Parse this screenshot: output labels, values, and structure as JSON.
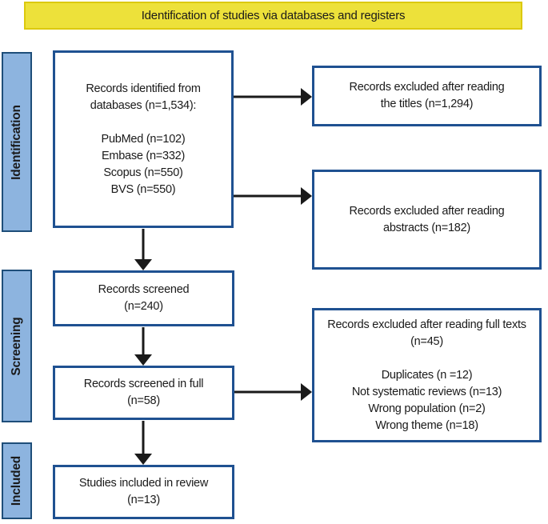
{
  "banner": {
    "title": "Identification of studies via databases and registers"
  },
  "stages": [
    {
      "label": "Identification"
    },
    {
      "label": "Screening"
    },
    {
      "label": "Included"
    }
  ],
  "boxes": {
    "identified": {
      "lines": [
        "Records identified from",
        "databases (n=1,534):",
        "",
        "PubMed (n=102)",
        "Embase (n=332)",
        "Scopus (n=550)",
        "BVS (n=550)"
      ]
    },
    "screened": {
      "lines": [
        "Records screened",
        "(n=240)"
      ]
    },
    "screened_full": {
      "lines": [
        "Records screened in full",
        "(n=58)"
      ]
    },
    "included": {
      "lines": [
        "Studies included in review",
        "(n=13)"
      ]
    },
    "excluded_titles": {
      "lines": [
        "Records excluded after reading",
        "the titles (n=1,294)"
      ]
    },
    "excluded_abstracts": {
      "lines": [
        "Records excluded after reading",
        "abstracts (n=182)"
      ]
    },
    "excluded_full": {
      "lines": [
        "Records excluded after reading full texts",
        "(n=45)",
        "",
        "Duplicates (n =12)",
        "Not systematic reviews (n=13)",
        "Wrong population (n=2)",
        "Wrong theme (n=18)"
      ]
    }
  },
  "colors": {
    "banner_fill": "#ede13a",
    "banner_border": "#dcc90e",
    "stage_fill": "#8db4df",
    "stage_border": "#1e4e79",
    "box_border": "#1f5191",
    "arrow": "#1a1a1a",
    "text": "#1a1a1a",
    "background": "#ffffff"
  }
}
